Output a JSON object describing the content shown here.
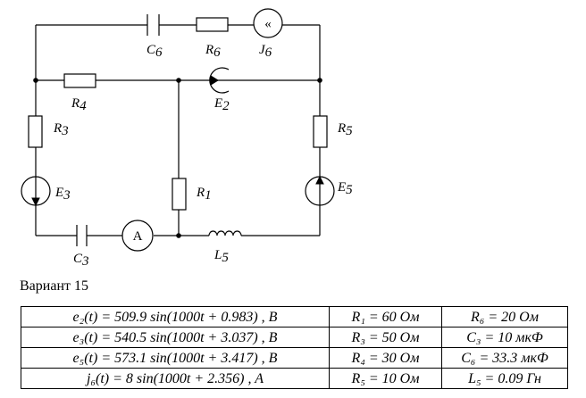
{
  "circuit": {
    "labels": {
      "C6": {
        "main": "C",
        "sub": "6"
      },
      "R6": {
        "main": "R",
        "sub": "6"
      },
      "J6": {
        "main": "J",
        "sub": "6"
      },
      "R4": {
        "main": "R",
        "sub": "4"
      },
      "E2": {
        "main": "E",
        "sub": "2"
      },
      "R3": {
        "main": "R",
        "sub": "3"
      },
      "R5": {
        "main": "R",
        "sub": "5"
      },
      "E3": {
        "main": "E",
        "sub": "3"
      },
      "R1": {
        "main": "R",
        "sub": "1"
      },
      "E5": {
        "main": "E",
        "sub": "5"
      },
      "C3": {
        "main": "C",
        "sub": "3"
      },
      "L5": {
        "main": "L",
        "sub": "5"
      }
    },
    "ammeter_symbol": "A",
    "current_source_glyph": "«"
  },
  "variant_label": "Вариант 15",
  "table": {
    "rows": [
      [
        "e₂(t) = 509.9 sin(1000t + 0.983) , B",
        "R₁ = 60 Ом",
        "R₆ = 20 Ом"
      ],
      [
        "e₃(t) = 540.5 sin(1000t + 3.037) , B",
        "R₃ = 50 Ом",
        "C₃ = 10 мкФ"
      ],
      [
        "e₅(t) = 573.1 sin(1000t + 3.417) , B",
        "R₄ = 30 Ом",
        "C₆ = 33.3 мкФ"
      ],
      [
        "j₆(t) = 8 sin(1000t + 2.356) , A",
        "R₅ = 10 Ом",
        "L₅ = 0.09 Гн"
      ]
    ]
  }
}
